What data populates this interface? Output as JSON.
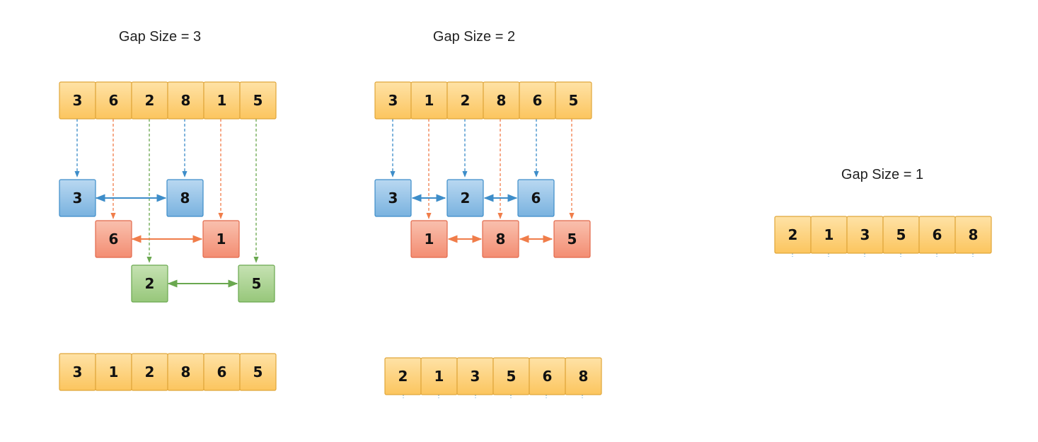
{
  "colors": {
    "orange_fill": "#fdd07a",
    "orange_stroke": "#e0a63a",
    "blue_fill": "#8fc0e6",
    "blue_stroke": "#3d8dc9",
    "red_fill": "#f6a089",
    "red_stroke": "#e2694b",
    "green_fill": "#a9d18e",
    "green_stroke": "#6aa84f",
    "blue_line": "#3d8dc9",
    "red_line": "#f07d4a",
    "green_line": "#6aa84f"
  },
  "panels": [
    {
      "title": "Gap Size = 3",
      "input": [
        "3",
        "6",
        "2",
        "8",
        "1",
        "5"
      ],
      "groups": [
        {
          "color": "blue",
          "values": [
            "3",
            "8"
          ]
        },
        {
          "color": "red",
          "values": [
            "6",
            "1"
          ]
        },
        {
          "color": "green",
          "values": [
            "2",
            "5"
          ]
        }
      ],
      "output": [
        "3",
        "1",
        "2",
        "8",
        "6",
        "5"
      ]
    },
    {
      "title": "Gap Size = 2",
      "input": [
        "3",
        "1",
        "2",
        "8",
        "6",
        "5"
      ],
      "groups": [
        {
          "color": "blue",
          "values": [
            "3",
            "2",
            "6"
          ]
        },
        {
          "color": "red",
          "values": [
            "1",
            "8",
            "5"
          ]
        }
      ],
      "output": [
        "2",
        "1",
        "3",
        "5",
        "6",
        "8"
      ]
    },
    {
      "title": "Gap Size = 1",
      "input": [
        "2",
        "1",
        "3",
        "5",
        "6",
        "8"
      ]
    }
  ]
}
